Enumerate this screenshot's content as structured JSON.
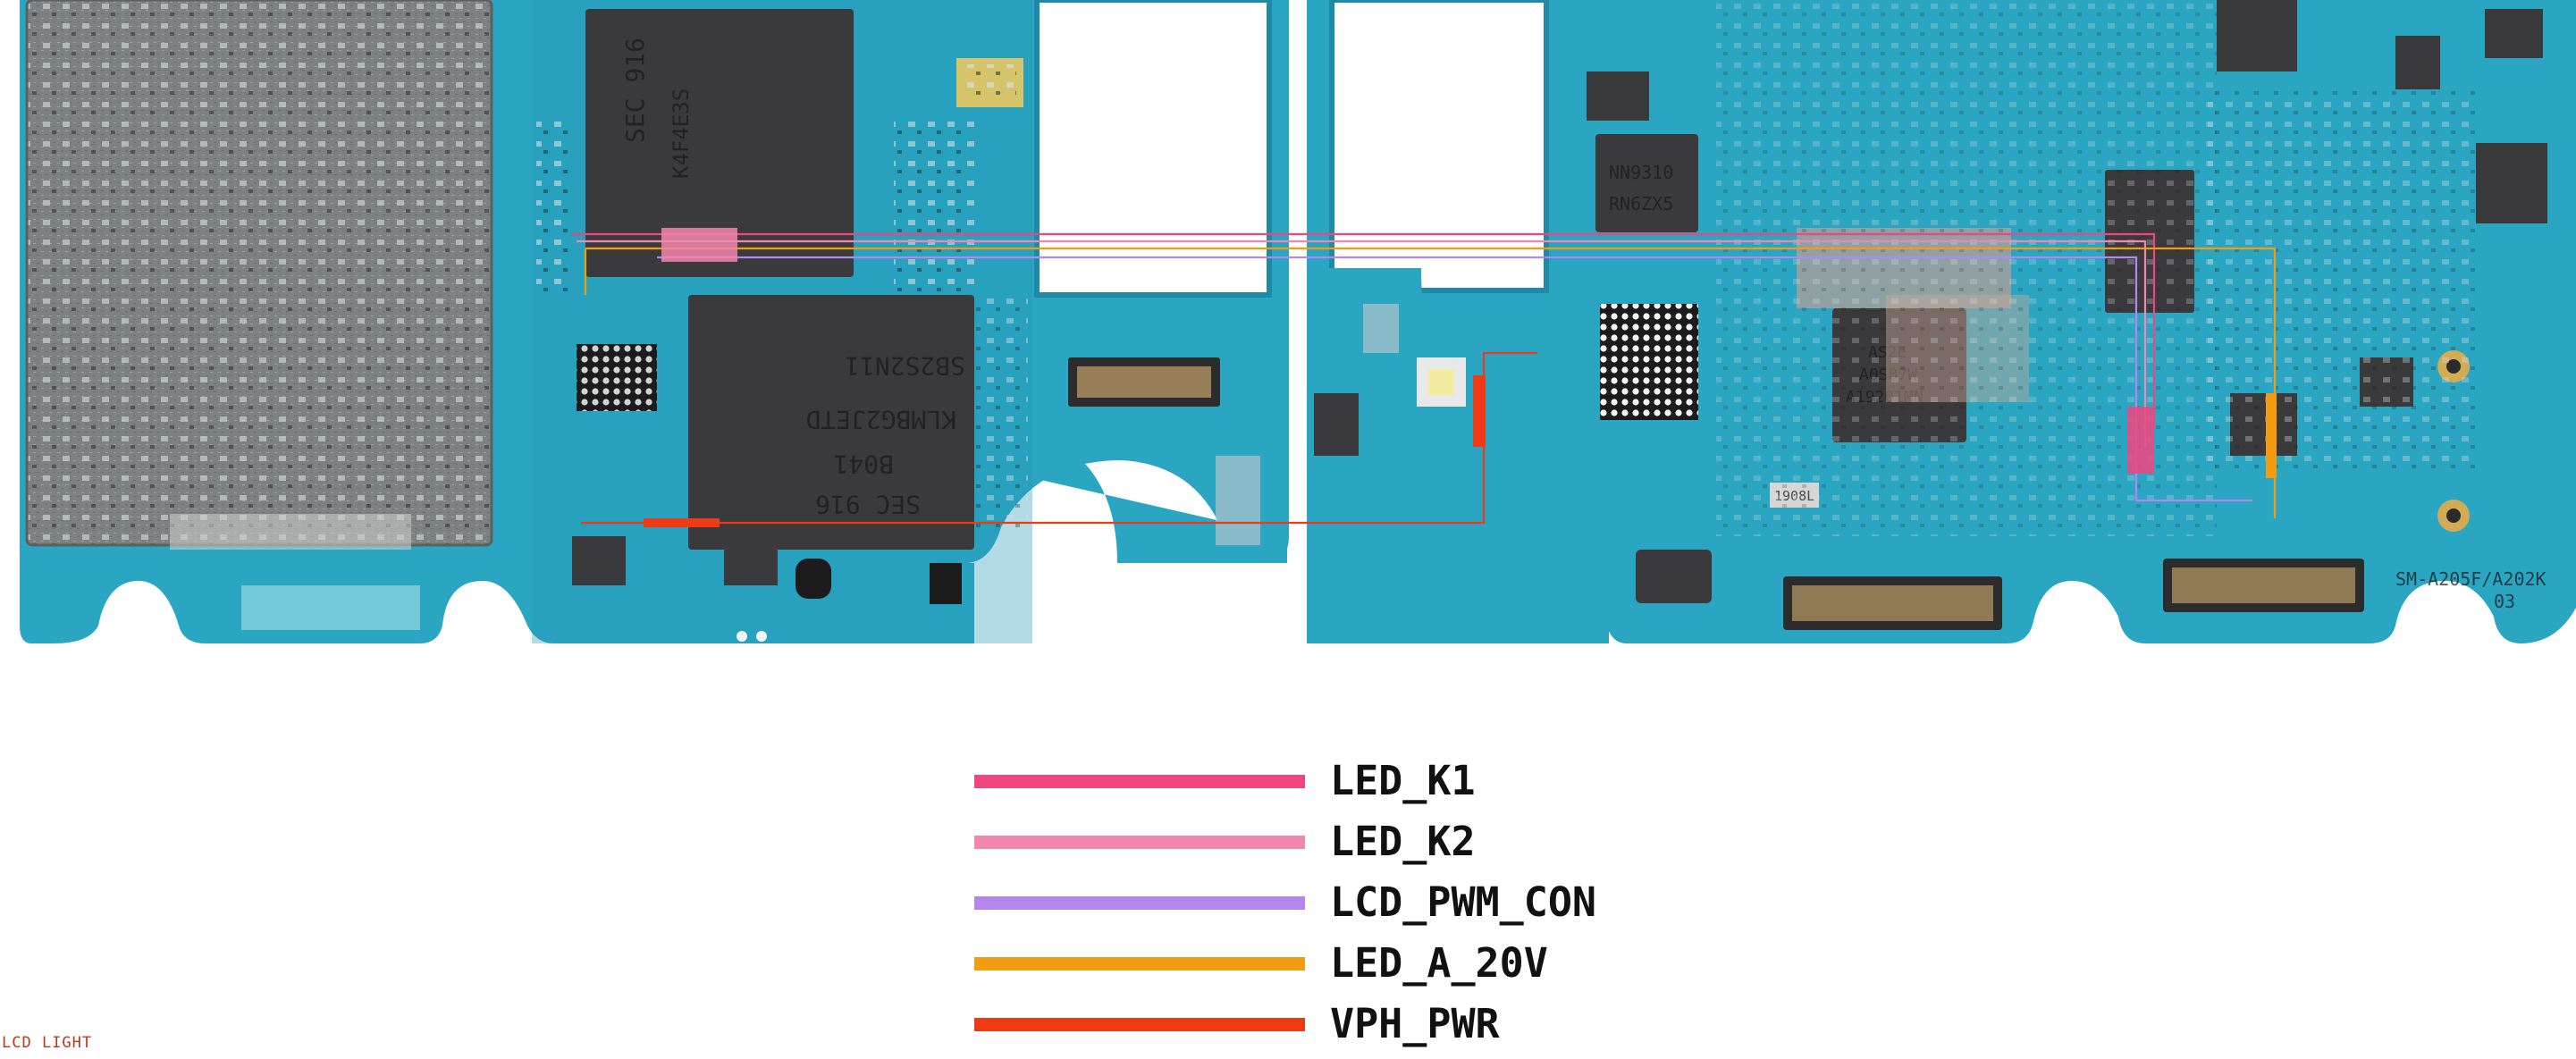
{
  "diagram": {
    "board_label_chip_top": "SEC 916",
    "board_label_chip_top_code": "K4F4E3S",
    "board_label_emmc_line1": "SB2S2N11",
    "board_label_emmc_line2": "KLMBG2JETD",
    "board_label_emmc_line3": "B041",
    "board_label_emmc_line4": "SEC 916",
    "board_label_pmic_line1": "NN9310",
    "board_label_pmic_line2": "RN6ZX5",
    "board_label_model": "SM-A205F/A202K",
    "board_label_rev": "03",
    "board_label_small_ic": "1908L",
    "board_label_cpu_line1": "AS2E",
    "board_label_cpu_line2": "A0S87W",
    "board_label_cpu_line3": "A19201MN"
  },
  "legend": [
    {
      "label": "LED_K1",
      "color": "#f0457e"
    },
    {
      "label": "LED_K2",
      "color": "#f386ad"
    },
    {
      "label": "LCD_PWM_CON",
      "color": "#b487ef"
    },
    {
      "label": "LED_A_20V",
      "color": "#f39c12"
    },
    {
      "label": "VPH_PWR",
      "color": "#ee3b16"
    }
  ],
  "caption": "LCD LIGHT",
  "colors": {
    "pcb": "#2aa6c2",
    "pcb_dark": "#1f8aa5",
    "chip": "#3a3a3c",
    "shield": "#8a8d8c",
    "background": "#ffffff"
  }
}
